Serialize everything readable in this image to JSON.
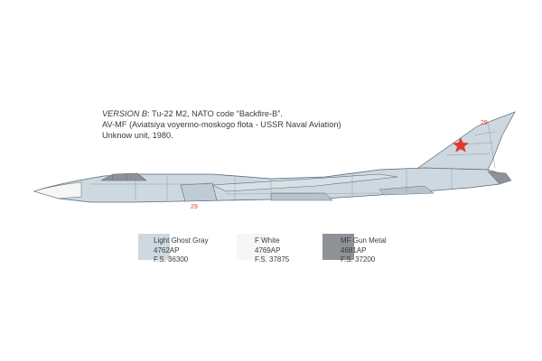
{
  "caption": {
    "version_label": "VERSION B",
    "line1_rest": ": Tu-22 M2, NATO code “Backfire-B”.",
    "line2": "AV-MF  (Aviatsiya voyenno-moskogo flota - USSR Naval Aviation)",
    "line3": "Unknow unit, 1980."
  },
  "markings": {
    "tail_number": "29",
    "nose_number": "29"
  },
  "colors": {
    "light_ghost_gray": "#cdd8e0",
    "f_white": "#f6f6f6",
    "mf_gun_metal": "#8e9296",
    "star_red": "#e23b2e",
    "outline": "#5b6a75"
  },
  "swatches": [
    {
      "name": "Light Ghost Gray",
      "code": "4762AP",
      "fs": "F.S. 36300",
      "color": "#cdd8e0"
    },
    {
      "name": "F White",
      "code": "4769AP",
      "fs": "F.S. 37875",
      "color": "#f6f6f6"
    },
    {
      "name": "MF Gun Metal",
      "code": "4681AP",
      "fs": "F.S. 37200",
      "color": "#8e9296"
    }
  ]
}
